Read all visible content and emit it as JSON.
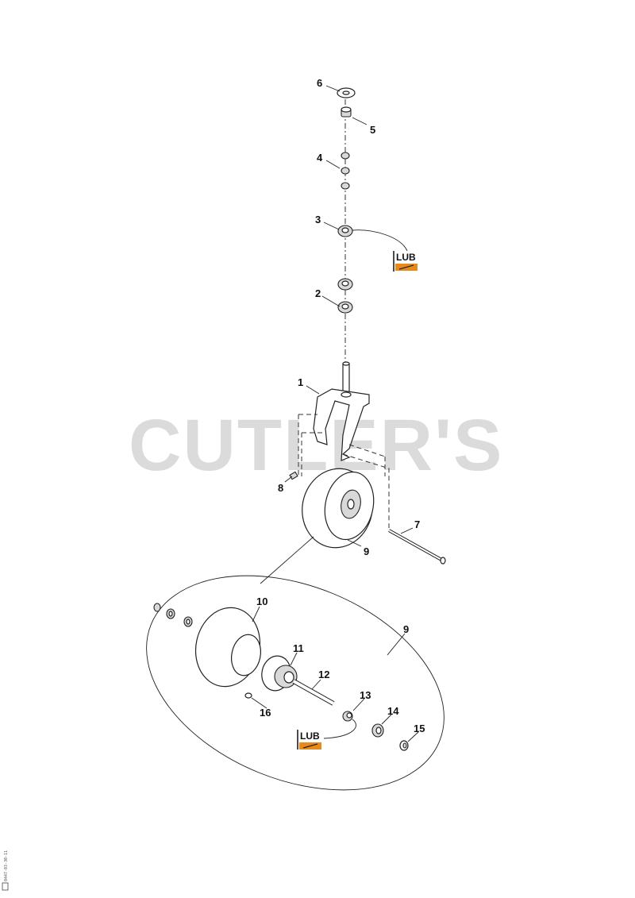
{
  "watermark": "CUTLER'S",
  "side_code": "0447-03-30-11",
  "lub_label": "LUB",
  "callouts": {
    "c1": "1",
    "c2": "2",
    "c3": "3",
    "c4": "4",
    "c5": "5",
    "c6": "6",
    "c7": "7",
    "c8": "8",
    "c9a": "9",
    "c9b": "9",
    "c10": "10",
    "c11": "11",
    "c12": "12",
    "c13": "13",
    "c14": "14",
    "c15": "15",
    "c16": "16"
  },
  "colors": {
    "lub_accent": "#e88a1a",
    "watermark": "#bdbdbd"
  }
}
